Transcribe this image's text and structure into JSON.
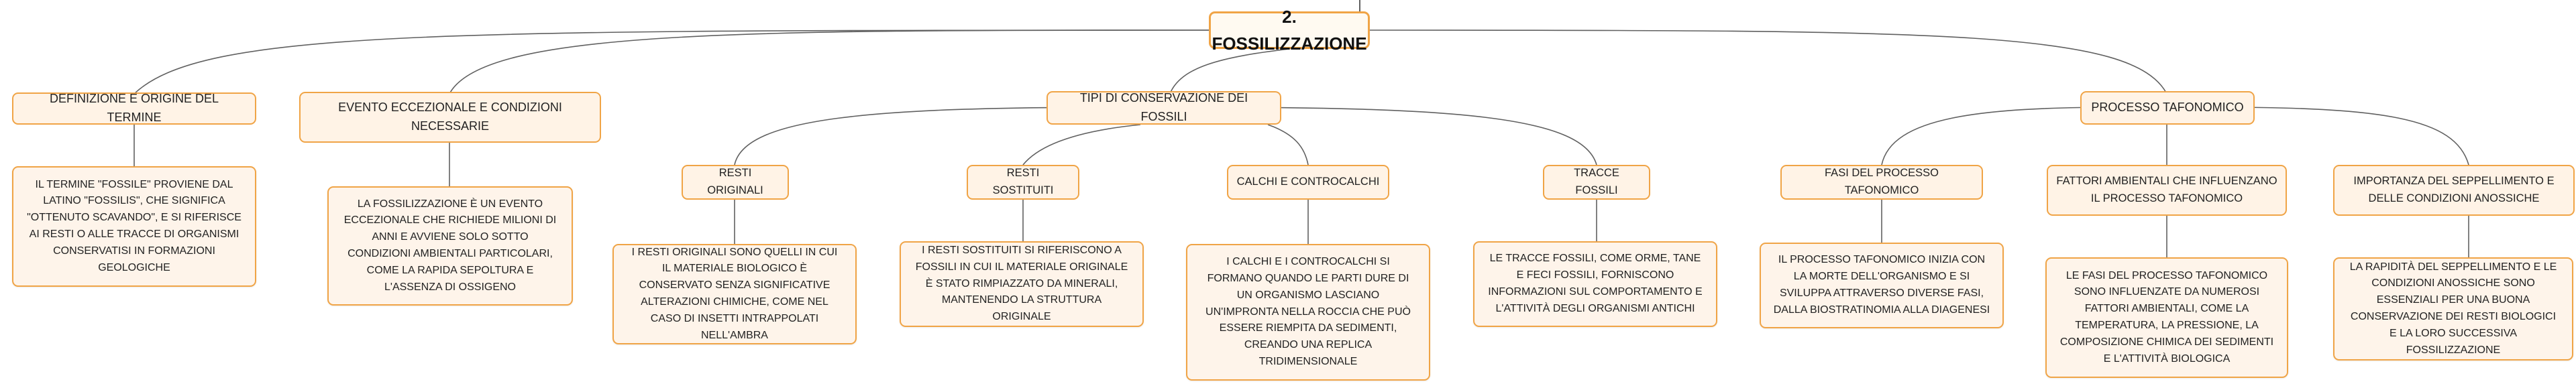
{
  "root": {
    "label": "2. FOSSILIZZAZIONE"
  },
  "branches": {
    "definizione": {
      "label": "DEFINIZIONE E ORIGINE DEL TERMINE",
      "text": "IL TERMINE \"FOSSILE\" PROVIENE DAL LATINO \"FOSSILIS\", CHE SIGNIFICA \"OTTENUTO SCAVANDO\", E SI RIFERISCE AI RESTI O ALLE TRACCE DI ORGANISMI CONSERVATISI IN FORMAZIONI GEOLOGICHE"
    },
    "evento": {
      "label": "EVENTO ECCEZIONALE E CONDIZIONI NECESSARIE",
      "text": "LA FOSSILIZZAZIONE È UN EVENTO ECCEZIONALE CHE RICHIEDE MILIONI DI ANNI E AVVIENE SOLO SOTTO CONDIZIONI AMBIENTALI PARTICOLARI, COME LA RAPIDA SEPOLTURA E L'ASSENZA DI OSSIGENO"
    },
    "tipi": {
      "label": "TIPI DI CONSERVAZIONE DEI FOSSILI",
      "children": {
        "resti_originali": {
          "label": "RESTI ORIGINALI",
          "text": "I RESTI ORIGINALI SONO QUELLI IN CUI IL MATERIALE BIOLOGICO È CONSERVATO SENZA SIGNIFICATIVE ALTERAZIONI CHIMICHE, COME NEL CASO DI INSETTI INTRAPPOLATI NELL'AMBRA"
        },
        "resti_sostituiti": {
          "label": "RESTI SOSTITUITI",
          "text": "I RESTI SOSTITUITI SI RIFERISCONO A FOSSILI IN CUI IL MATERIALE ORIGINALE È STATO RIMPIAZZATO DA MINERALI, MANTENENDO LA STRUTTURA ORIGINALE"
        },
        "calchi": {
          "label": "CALCHI E CONTROCALCHI",
          "text": "I CALCHI E I CONTROCALCHI SI FORMANO QUANDO LE PARTI DURE DI UN ORGANISMO LASCIANO UN'IMPRONTA NELLA ROCCIA CHE PUÒ ESSERE RIEMPITA DA SEDIMENTI, CREANDO UNA REPLICA TRIDIMENSIONALE"
        },
        "tracce": {
          "label": "TRACCE FOSSILI",
          "text": "LE TRACCE FOSSILI, COME ORME, TANE E FECI FOSSILI, FORNISCONO INFORMAZIONI SUL COMPORTAMENTO E L'ATTIVITÀ DEGLI ORGANISMI ANTICHI"
        }
      }
    },
    "processo": {
      "label": "PROCESSO TAFONOMICO",
      "children": {
        "fasi": {
          "label": "FASI DEL PROCESSO TAFONOMICO",
          "text": "IL PROCESSO TAFONOMICO INIZIA CON LA MORTE DELL'ORGANISMO E SI SVILUPPA ATTRAVERSO DIVERSE FASI, DALLA BIOSTRATINOMIA ALLA DIAGENESI"
        },
        "fattori": {
          "label": "FATTORI AMBIENTALI CHE INFLUENZANO IL PROCESSO TAFONOMICO",
          "text": "LE FASI DEL PROCESSO TAFONOMICO SONO INFLUENZATE DA NUMEROSI FATTORI AMBIENTALI, COME LA TEMPERATURA, LA PRESSIONE, LA COMPOSIZIONE CHIMICA DEI SEDIMENTI E L'ATTIVITÀ BIOLOGICA"
        },
        "importanza": {
          "label": "IMPORTANZA DEL SEPPELLIMENTO E DELLE CONDIZIONI ANOSSICHE",
          "text": "LA RAPIDITÀ DEL SEPPELLIMENTO E LE CONDIZIONI ANOSSICHE SONO ESSENZIALI PER UNA BUONA CONSERVAZIONE DEI RESTI BIOLOGICI E LA LORO SUCCESSIVA FOSSILIZZAZIONE"
        }
      }
    }
  },
  "colors": {
    "node_border": "#f0a446",
    "node_fill": "#fff3e6",
    "connector": "#606060"
  }
}
